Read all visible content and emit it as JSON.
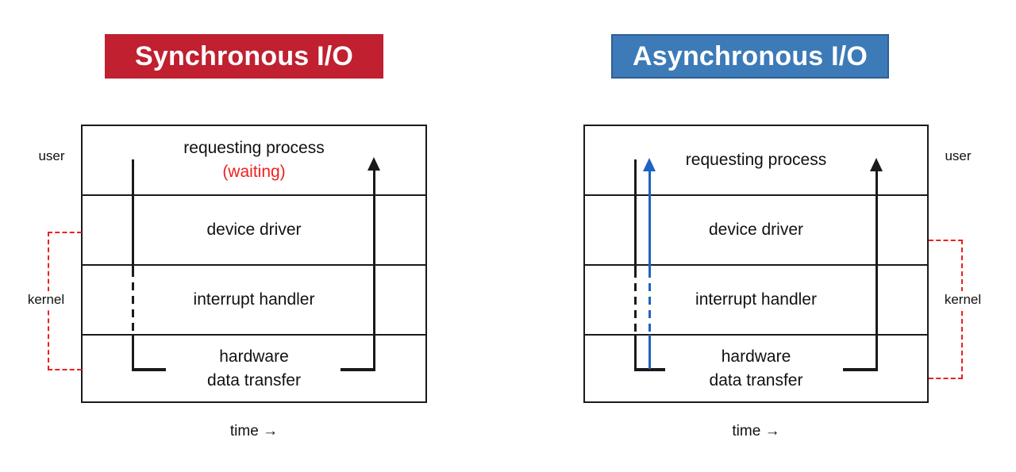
{
  "colors": {
    "banner_red": "#c02030",
    "banner_blue": "#3d7ab8",
    "banner_blue_border": "#2d5f94",
    "accent_red": "#ee1f1f",
    "arrow_blue": "#1e63c2",
    "line_black": "#1a1a1a"
  },
  "left_diagram": {
    "title": "Synchronous I/O",
    "user_label": "user",
    "kernel_label": "kernel",
    "time_label": "time →",
    "rows": [
      {
        "line1": "requesting process",
        "line2": "(waiting)"
      },
      {
        "line1": "device driver"
      },
      {
        "line1": "interrupt handler"
      },
      {
        "line1": "hardware",
        "line2": "data transfer"
      }
    ]
  },
  "right_diagram": {
    "title": "Asynchronous I/O",
    "user_label": "user",
    "kernel_label": "kernel",
    "time_label": "time →",
    "rows": [
      {
        "line1": "requesting process"
      },
      {
        "line1": "device driver"
      },
      {
        "line1": "interrupt handler"
      },
      {
        "line1": "hardware",
        "line2": "data transfer"
      }
    ]
  }
}
